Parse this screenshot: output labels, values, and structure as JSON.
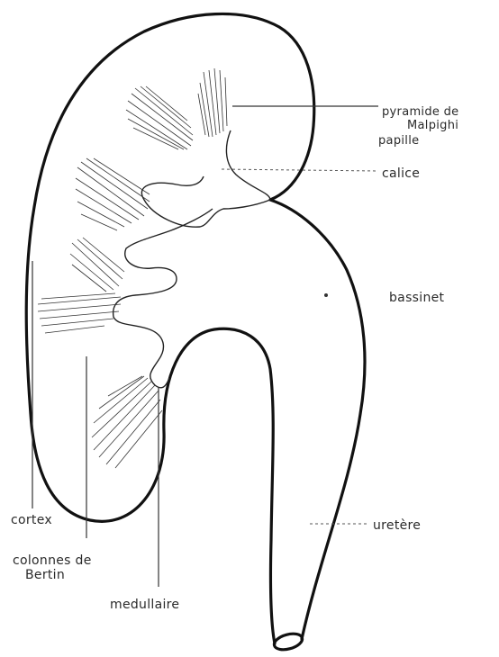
{
  "labels": {
    "pyramid_line1": "pyramide de",
    "pyramid_line2": "Malpighi",
    "papilla": "papille",
    "calices": "calice",
    "pelvis": "bassinet",
    "ureter": "uretère",
    "cortex": "cortex",
    "columns_line1": "colonnes de",
    "columns_line2": "Bertin",
    "medulla": "medullaire"
  }
}
